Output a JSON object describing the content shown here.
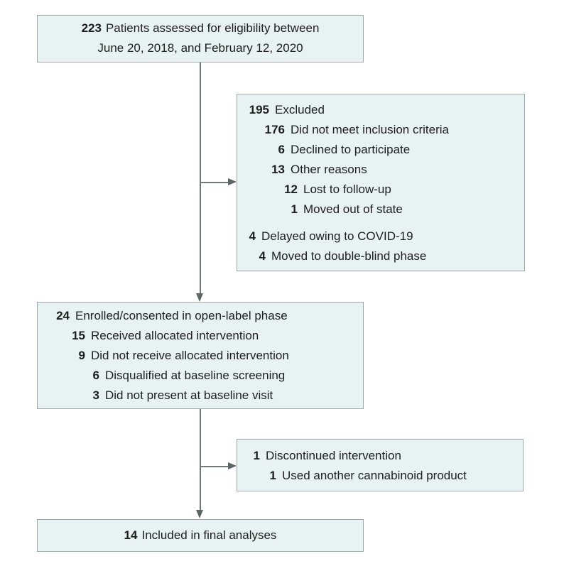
{
  "figure": {
    "type": "consort-flow-diagram",
    "colors": {
      "box_fill": "#e9f2f2",
      "box_border": "#9da8a8",
      "text": "#1c1e1e",
      "arrow_line": "#6f7878",
      "arrow_head": "#5c6565"
    }
  },
  "boxes": {
    "assessed": {
      "number": "223",
      "line1": "Patients assessed for eligibility between",
      "line2": "June 20, 2018, and February 12, 2020"
    },
    "excluded": {
      "groups": [
        [
          {
            "n": "195",
            "t": "Excluded",
            "i": 0
          },
          {
            "n": "176",
            "t": "Did not meet inclusion criteria",
            "i": 1
          },
          {
            "n": "6",
            "t": "Declined to participate",
            "i": 1
          },
          {
            "n": "13",
            "t": "Other reasons",
            "i": 1
          },
          {
            "n": "12",
            "t": "Lost to follow-up",
            "i": 2
          },
          {
            "n": "1",
            "t": "Moved out of state",
            "i": 2
          }
        ],
        [
          {
            "n": "4",
            "t": "Delayed owing to COVID-19",
            "i": 0
          },
          {
            "n": "4",
            "t": "Moved to double-blind phase",
            "i": 1
          }
        ]
      ]
    },
    "enrolled": {
      "groups": [
        [
          {
            "n": "24",
            "t": "Enrolled/consented in open-label phase",
            "i": 0
          },
          {
            "n": "15",
            "t": "Received allocated intervention",
            "i": 1
          },
          {
            "n": "9",
            "t": "Did not receive allocated intervention",
            "i": 1
          },
          {
            "n": "6",
            "t": "Disqualified at baseline screening",
            "i": 2
          },
          {
            "n": "3",
            "t": "Did not present at baseline visit",
            "i": 2
          }
        ]
      ]
    },
    "discontinued": {
      "groups": [
        [
          {
            "n": "1",
            "t": "Discontinued intervention",
            "i": 0
          },
          {
            "n": "1",
            "t": "Used another cannabinoid product",
            "i": 1
          }
        ]
      ]
    },
    "final": {
      "number": "14",
      "text": "Included in final analyses"
    }
  }
}
